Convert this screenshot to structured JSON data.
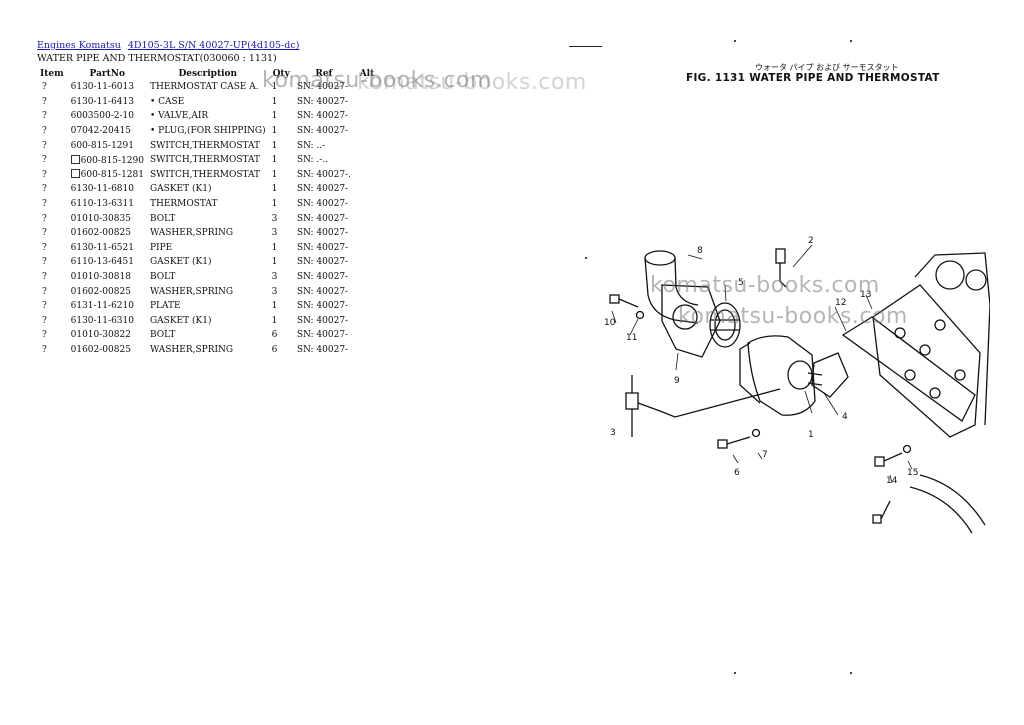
{
  "breadcrumb": {
    "brand": "Engines Komatsu",
    "model": "4D105-3L S/N 40027-UP(4d105-dc)"
  },
  "subtitle": "WATER PIPE AND THERMOSTAT(030060 : 1131)",
  "table": {
    "headers": [
      "Item",
      "PartNo",
      "Description",
      "Qty",
      "Ref",
      "Alt"
    ],
    "rows": [
      {
        "item": "?",
        "part": "6130-11-6013",
        "desc": "THERMOSTAT CASE A.",
        "qty": "1",
        "ref": "SN: 40027-",
        "check": false
      },
      {
        "item": "?",
        "part": "6130-11-6413",
        "desc": "• CASE",
        "qty": "1",
        "ref": "SN: 40027-",
        "check": false
      },
      {
        "item": "?",
        "part": "6003500-2-10",
        "desc": "• VALVE,AIR",
        "qty": "1",
        "ref": "SN: 40027-",
        "check": false
      },
      {
        "item": "?",
        "part": "07042-20415",
        "desc": "• PLUG,(FOR SHIPPING)",
        "qty": "1",
        "ref": "SN: 40027-",
        "check": false
      },
      {
        "item": "?",
        "part": "600-815-1291",
        "desc": "SWITCH,THERMOSTAT",
        "qty": "1",
        "ref": "SN: ..-",
        "check": false
      },
      {
        "item": "?",
        "part": "600-815-1290",
        "desc": "SWITCH,THERMOSTAT",
        "qty": "1",
        "ref": "SN: .-..",
        "check": true
      },
      {
        "item": "?",
        "part": "600-815-1281",
        "desc": "SWITCH,THERMOSTAT",
        "qty": "1",
        "ref": "SN: 40027-.",
        "check": true
      },
      {
        "item": "?",
        "part": "6130-11-6810",
        "desc": "GASKET (K1)",
        "qty": "1",
        "ref": "SN: 40027-",
        "check": false
      },
      {
        "item": "?",
        "part": "6110-13-6311",
        "desc": "THERMOSTAT",
        "qty": "1",
        "ref": "SN: 40027-",
        "check": false
      },
      {
        "item": "?",
        "part": "01010-30835",
        "desc": "BOLT",
        "qty": "3",
        "ref": "SN: 40027-",
        "check": false
      },
      {
        "item": "?",
        "part": "01602-00825",
        "desc": "WASHER,SPRING",
        "qty": "3",
        "ref": "SN: 40027-",
        "check": false
      },
      {
        "item": "?",
        "part": "6130-11-6521",
        "desc": "PIPE",
        "qty": "1",
        "ref": "SN: 40027-",
        "check": false
      },
      {
        "item": "?",
        "part": "6110-13-6451",
        "desc": "GASKET (K1)",
        "qty": "1",
        "ref": "SN: 40027-",
        "check": false
      },
      {
        "item": "?",
        "part": "01010-30818",
        "desc": "BOLT",
        "qty": "3",
        "ref": "SN: 40027-",
        "check": false
      },
      {
        "item": "?",
        "part": "01602-00825",
        "desc": "WASHER,SPRING",
        "qty": "3",
        "ref": "SN: 40027-",
        "check": false
      },
      {
        "item": "?",
        "part": "6131-11-6210",
        "desc": "PLATE",
        "qty": "1",
        "ref": "SN: 40027-",
        "check": false
      },
      {
        "item": "?",
        "part": "6130-11-6310",
        "desc": "GASKET (K1)",
        "qty": "1",
        "ref": "SN: 40027-",
        "check": false
      },
      {
        "item": "?",
        "part": "01010-30822",
        "desc": "BOLT",
        "qty": "6",
        "ref": "SN: 40027-",
        "check": false
      },
      {
        "item": "?",
        "part": "01602-00825",
        "desc": "WASHER,SPRING",
        "qty": "6",
        "ref": "SN: 40027-",
        "check": false
      }
    ]
  },
  "watermark": "komatsu-books.com",
  "figure": {
    "jp_title": "ウォータ パイプ および サーモスタット",
    "title": "FIG. 1131  WATER PIPE AND THERMOSTAT",
    "callouts": [
      "1",
      "2",
      "3",
      "4",
      "5",
      "6",
      "7",
      "8",
      "9",
      "10",
      "11",
      "12",
      "13",
      "14",
      "15"
    ]
  },
  "colors": {
    "link": "#1a1aa6",
    "watermark": "#787878"
  }
}
